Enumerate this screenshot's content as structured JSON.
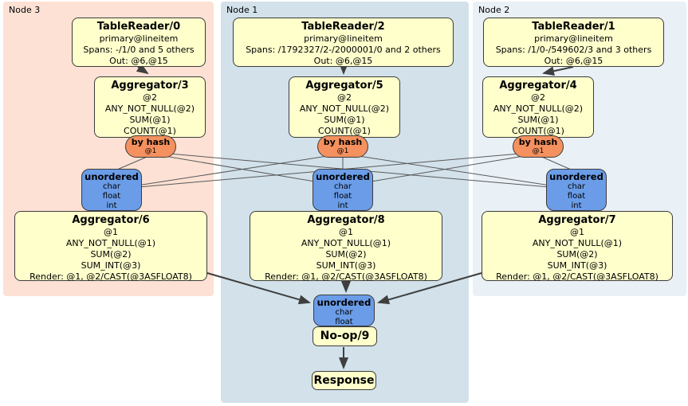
{
  "colors": {
    "node3_bg": "#fce1d4",
    "node1_bg": "#d2e1ea",
    "node2_bg": "#e9f0f6",
    "processor_fill": "#ffffcc",
    "router_fill": "#f4915f",
    "stream_fill": "#6a9ce8"
  },
  "clusters": [
    {
      "label": "Node 3",
      "table_reader": {
        "title": "TableReader/0",
        "lines": [
          "primary@lineitem",
          "Spans: -/1/0 and 5 others",
          "Out: @6,@15"
        ]
      },
      "aggregator_top": {
        "title": "Aggregator/3",
        "lines": [
          "@2",
          "ANY_NOT_NULL(@2)",
          "SUM(@1)",
          "COUNT(@1)"
        ]
      },
      "router": {
        "title": "by hash",
        "lines": [
          "@1"
        ]
      },
      "stream": {
        "title": "unordered",
        "lines": [
          "char",
          "float",
          "int"
        ]
      },
      "aggregator_bottom": {
        "title": "Aggregator/6",
        "lines": [
          "@1",
          "ANY_NOT_NULL(@1)",
          "SUM(@2)",
          "SUM_INT(@3)",
          "Render: @1, @2/CAST(@3ASFLOAT8)"
        ]
      }
    },
    {
      "label": "Node 1",
      "table_reader": {
        "title": "TableReader/2",
        "lines": [
          "primary@lineitem",
          "Spans: /1792327/2-/2000001/0 and 2 others",
          "Out: @6,@15"
        ]
      },
      "aggregator_top": {
        "title": "Aggregator/5",
        "lines": [
          "@2",
          "ANY_NOT_NULL(@2)",
          "SUM(@1)",
          "COUNT(@1)"
        ]
      },
      "router": {
        "title": "by hash",
        "lines": [
          "@1"
        ]
      },
      "stream": {
        "title": "unordered",
        "lines": [
          "char",
          "float",
          "int"
        ]
      },
      "aggregator_bottom": {
        "title": "Aggregator/8",
        "lines": [
          "@1",
          "ANY_NOT_NULL(@1)",
          "SUM(@2)",
          "SUM_INT(@3)",
          "Render: @1, @2/CAST(@3ASFLOAT8)"
        ]
      }
    },
    {
      "label": "Node 2",
      "table_reader": {
        "title": "TableReader/1",
        "lines": [
          "primary@lineitem",
          "Spans: /1/0-/549602/3 and 3 others",
          "Out: @6,@15"
        ]
      },
      "aggregator_top": {
        "title": "Aggregator/4",
        "lines": [
          "@2",
          "ANY_NOT_NULL(@2)",
          "SUM(@1)",
          "COUNT(@1)"
        ]
      },
      "router": {
        "title": "by hash",
        "lines": [
          "@1"
        ]
      },
      "stream": {
        "title": "unordered",
        "lines": [
          "char",
          "float",
          "int"
        ]
      },
      "aggregator_bottom": {
        "title": "Aggregator/7",
        "lines": [
          "@1",
          "ANY_NOT_NULL(@1)",
          "SUM(@2)",
          "SUM_INT(@3)",
          "Render: @1, @2/CAST(@3ASFLOAT8)"
        ]
      }
    }
  ],
  "final_stage": {
    "stream": {
      "title": "unordered",
      "lines": [
        "char",
        "float"
      ]
    },
    "noop": {
      "title": "No-op/9"
    },
    "response": {
      "title": "Response"
    }
  }
}
